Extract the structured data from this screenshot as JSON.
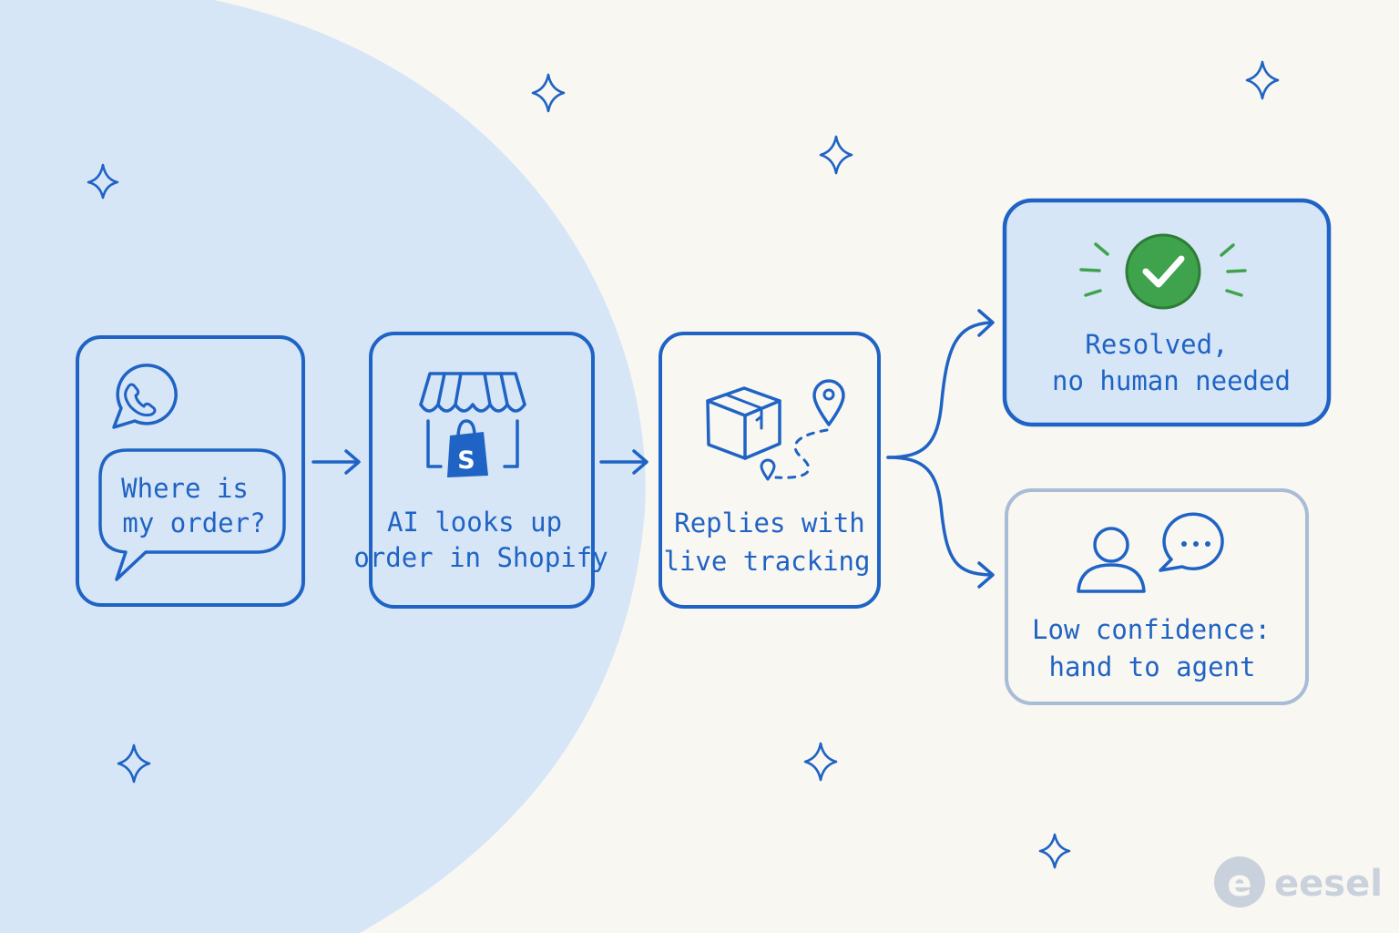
{
  "steps": [
    {
      "id": "step-message",
      "label_lines": [
        "Where is",
        "my order?"
      ]
    },
    {
      "id": "step-lookup",
      "label_lines": [
        "AI looks up",
        "order in Shopify"
      ]
    },
    {
      "id": "step-reply",
      "label_lines": [
        "Replies with",
        "live tracking"
      ]
    }
  ],
  "outcomes": {
    "resolved": {
      "label_lines": [
        "Resolved,",
        "no human needed"
      ]
    },
    "handoff": {
      "label_lines": [
        "Low confidence:",
        "hand to agent"
      ]
    }
  },
  "icons": {
    "message": [
      "whatsapp-icon",
      "speech-bubble"
    ],
    "lookup": "shopify-store-icon",
    "reply": [
      "package-box-icon",
      "location-pin-icon"
    ],
    "resolved": "check-circle-icon",
    "handoff": [
      "person-icon",
      "chat-ellipsis-icon"
    ]
  },
  "logo": {
    "text": "eesel",
    "glyph": "e"
  },
  "colors": {
    "ink": "#1f63c4",
    "panel_bg": "#d6e6f7",
    "page_bg": "#f9f7f2",
    "success": "#3fa34d",
    "muted_border": "#a9bcd6",
    "logo_grey": "#c9d1dc"
  }
}
